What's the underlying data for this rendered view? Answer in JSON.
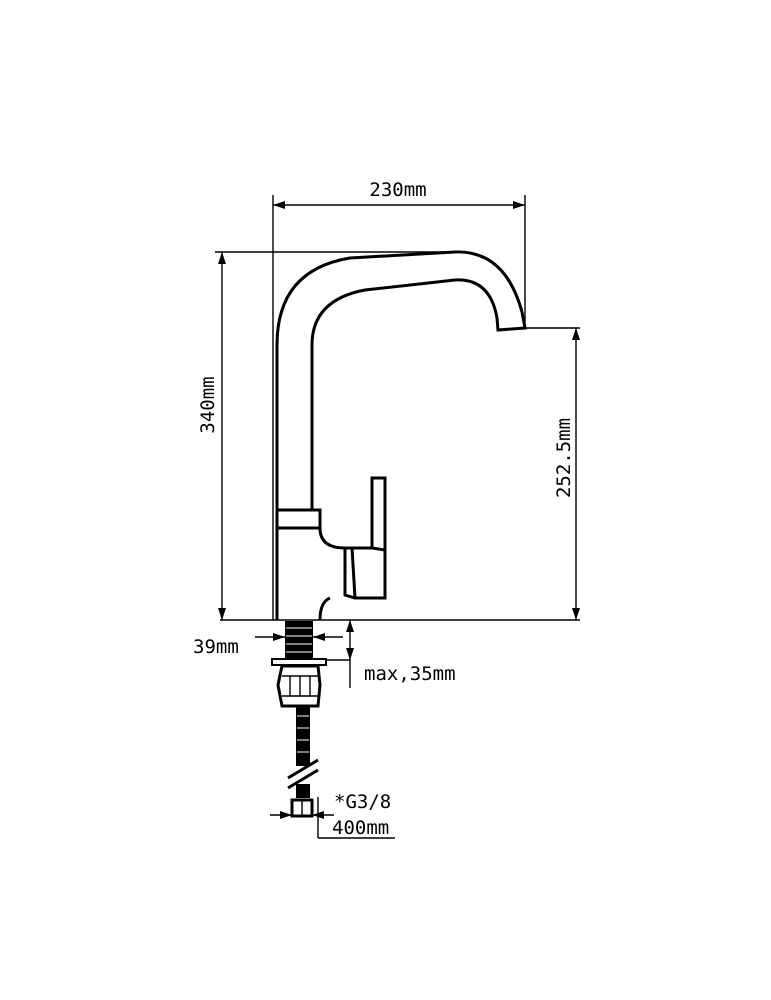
{
  "dimensions": {
    "width": "230mm",
    "height": "340mm",
    "spout_height": "252.5mm",
    "base_diameter": "39mm",
    "max_thickness": "max,35mm",
    "thread": "*G3/8",
    "hose_length": "400mm"
  },
  "colors": {
    "line": "#000000",
    "background": "#ffffff"
  }
}
